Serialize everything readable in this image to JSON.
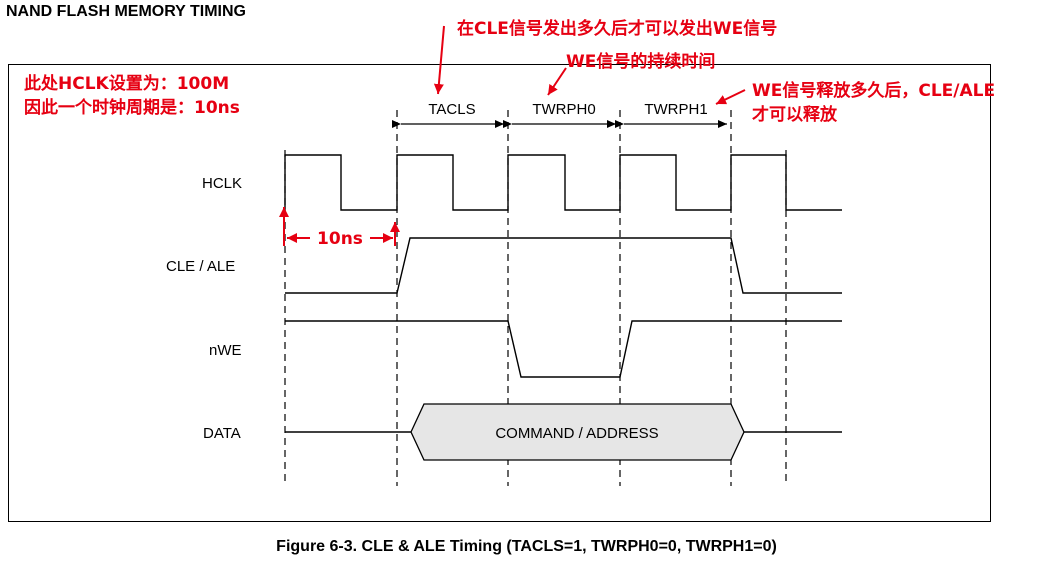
{
  "header": {
    "title": "NAND FLASH MEMORY TIMING"
  },
  "caption": "Figure 6-3. CLE & ALE Timing (TACLS=1, TWRPH0=0, TWRPH1=0)",
  "signals": {
    "hclk": "HCLK",
    "cle_ale": "CLE / ALE",
    "nwe": "nWE",
    "data": "DATA"
  },
  "intervals": {
    "tacls": "TACLS",
    "twrph0": "TWRPH0",
    "twrph1": "TWRPH1"
  },
  "data_bus": {
    "label": "COMMAND / ADDRESS"
  },
  "annotations": {
    "hclk_setting_line1": "此处HCLK设置为：100M",
    "hclk_setting_line2": "因此一个时钟周期是：10ns",
    "cle_note": "在CLE信号发出多久后才可以发出WE信号",
    "we_duration": "WE信号的持续时间",
    "release_line1": "WE信号释放多久后，CLE/ALE",
    "release_line2": "才可以释放",
    "period": "10ns"
  },
  "colors": {
    "annotation": "#e60012",
    "bus_fill": "#e6e6e6",
    "line": "#000000"
  }
}
